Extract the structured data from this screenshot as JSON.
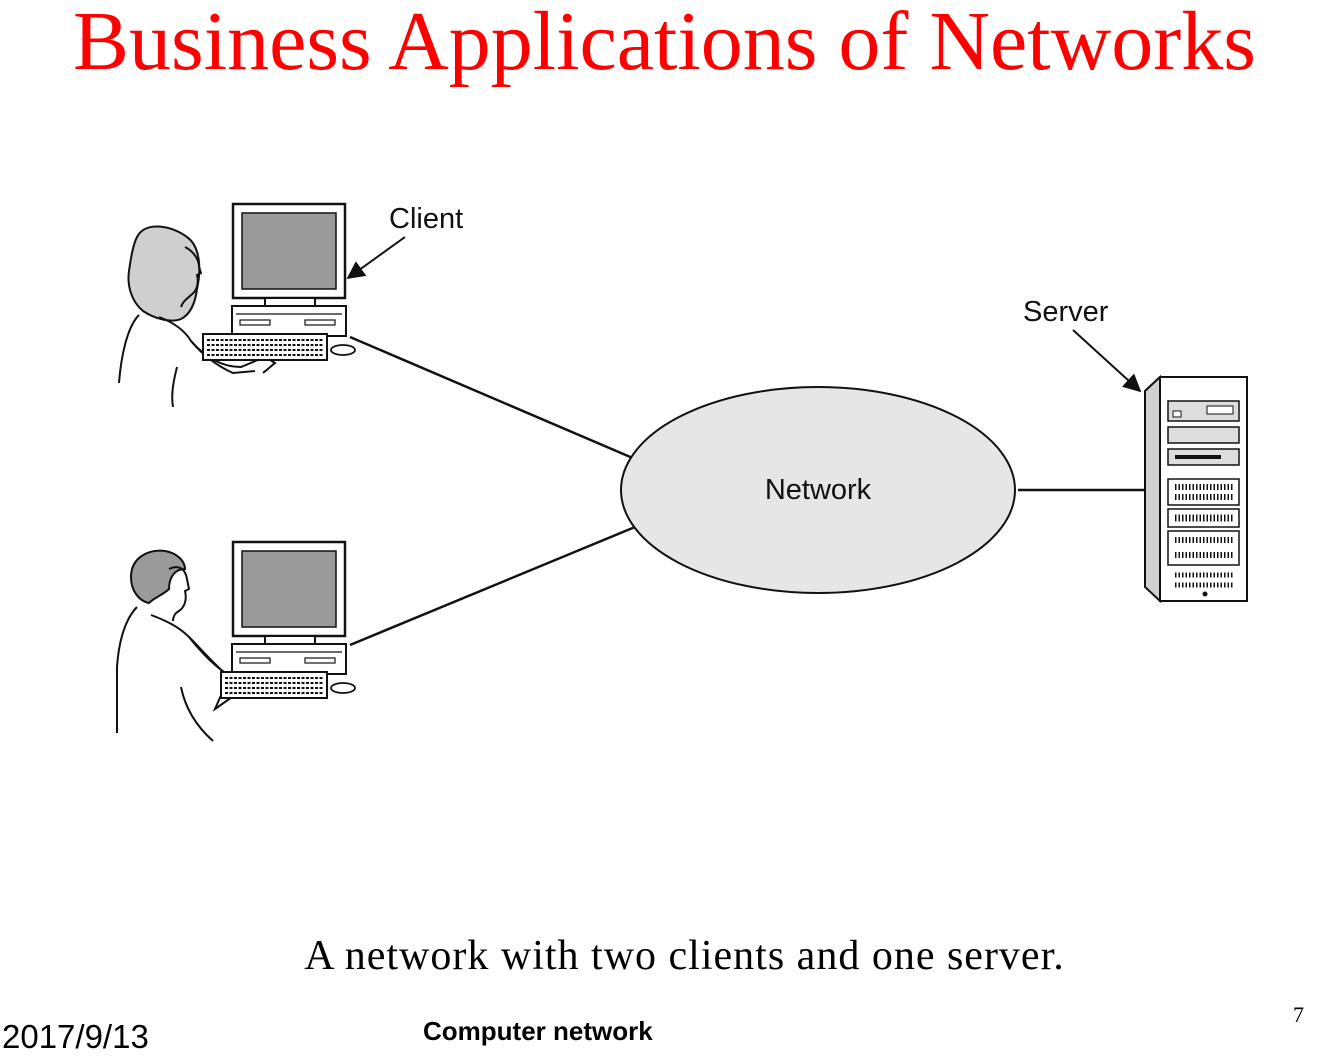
{
  "slide": {
    "title": "Business Applications of Networks",
    "caption": "A network with two clients and one server.",
    "date": "2017/9/13",
    "course": "Computer network",
    "page_number": "7"
  },
  "diagram": {
    "client_label": "Client",
    "server_label": "Server",
    "network_label": "Network",
    "colors": {
      "cloud_fill": "#e6e6e6",
      "screen_fill": "#9a9a9a",
      "stroke": "#111111"
    }
  }
}
